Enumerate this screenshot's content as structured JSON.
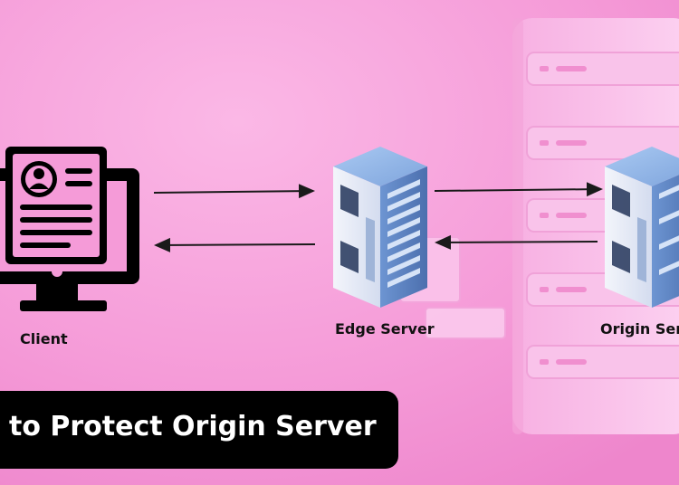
{
  "labels": {
    "client": "Client",
    "edge_server": "Edge Server",
    "origin_server": "Origin Ser"
  },
  "title": "to Protect Origin Server",
  "icons": [
    "monitor-icon",
    "user-avatar-icon",
    "server-rack-icon",
    "server-rack-icon"
  ],
  "colors": {
    "background": "#f7a4dc",
    "background_light": "#fbc9ee",
    "server_blue": "#8fb6e8",
    "server_dark": "#2f3f63",
    "arrow": "#1a1a1a",
    "title_bg": "#000000",
    "title_text": "#ffffff"
  }
}
